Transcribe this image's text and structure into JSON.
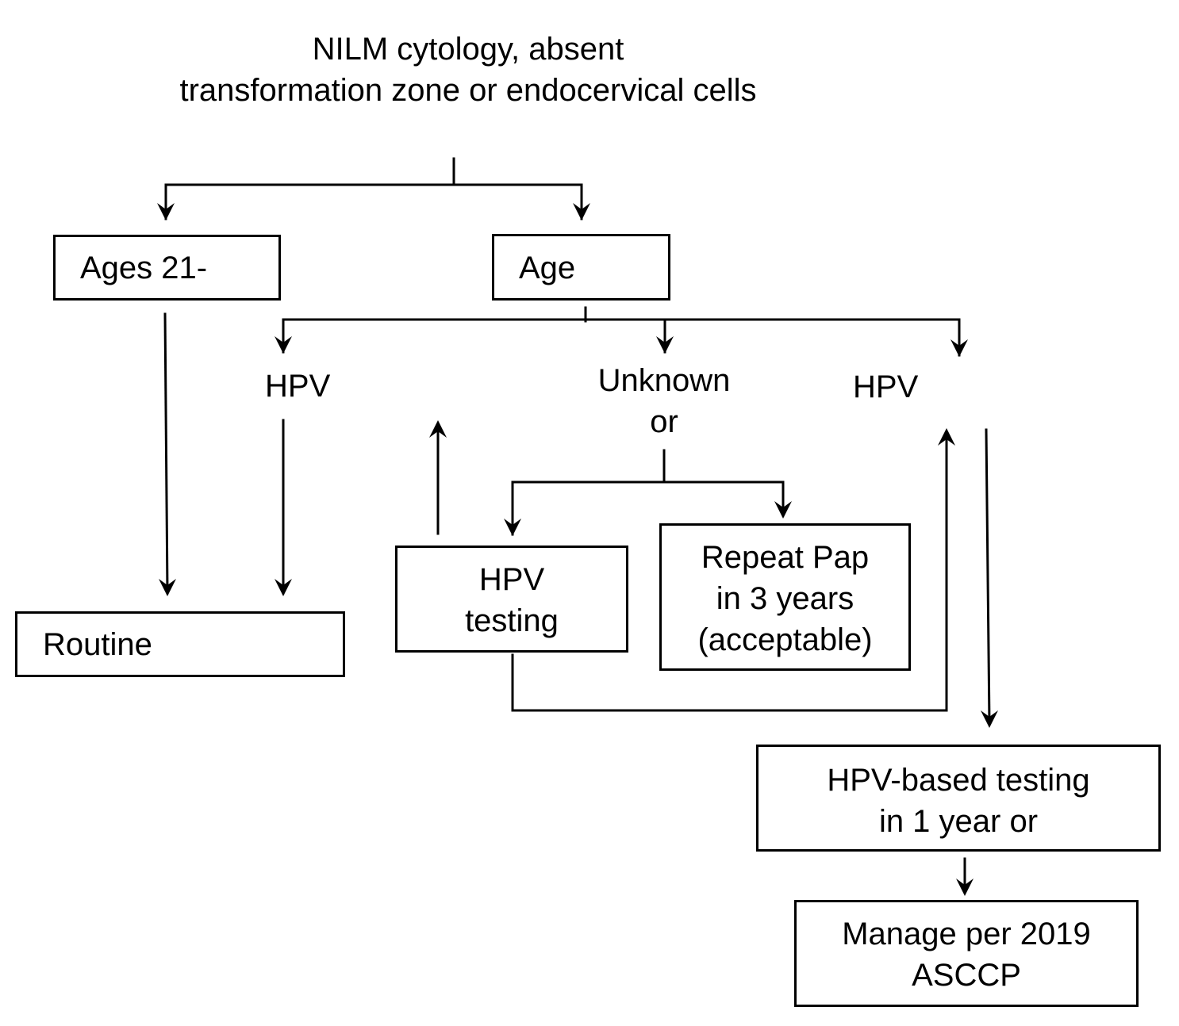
{
  "title_line1": "NILM cytology, absent",
  "title_line2": "transformation zone or endocervical cells",
  "boxes": {
    "ages_21": "Ages 21-",
    "age": "Age",
    "routine": "Routine",
    "hpv_testing_line1": "HPV",
    "hpv_testing_line2": "testing",
    "repeat_pap_line1": "Repeat Pap",
    "repeat_pap_line2": "in 3 years",
    "repeat_pap_line3": "(acceptable)",
    "hpv_based_line1": "HPV-based testing",
    "hpv_based_line2": "in 1 year or",
    "manage_line1": "Manage per 2019",
    "manage_line2": "ASCCP"
  },
  "labels": {
    "hpv_left": "HPV",
    "unknown_line1": "Unknown",
    "unknown_line2": "or",
    "hpv_right": "HPV"
  }
}
